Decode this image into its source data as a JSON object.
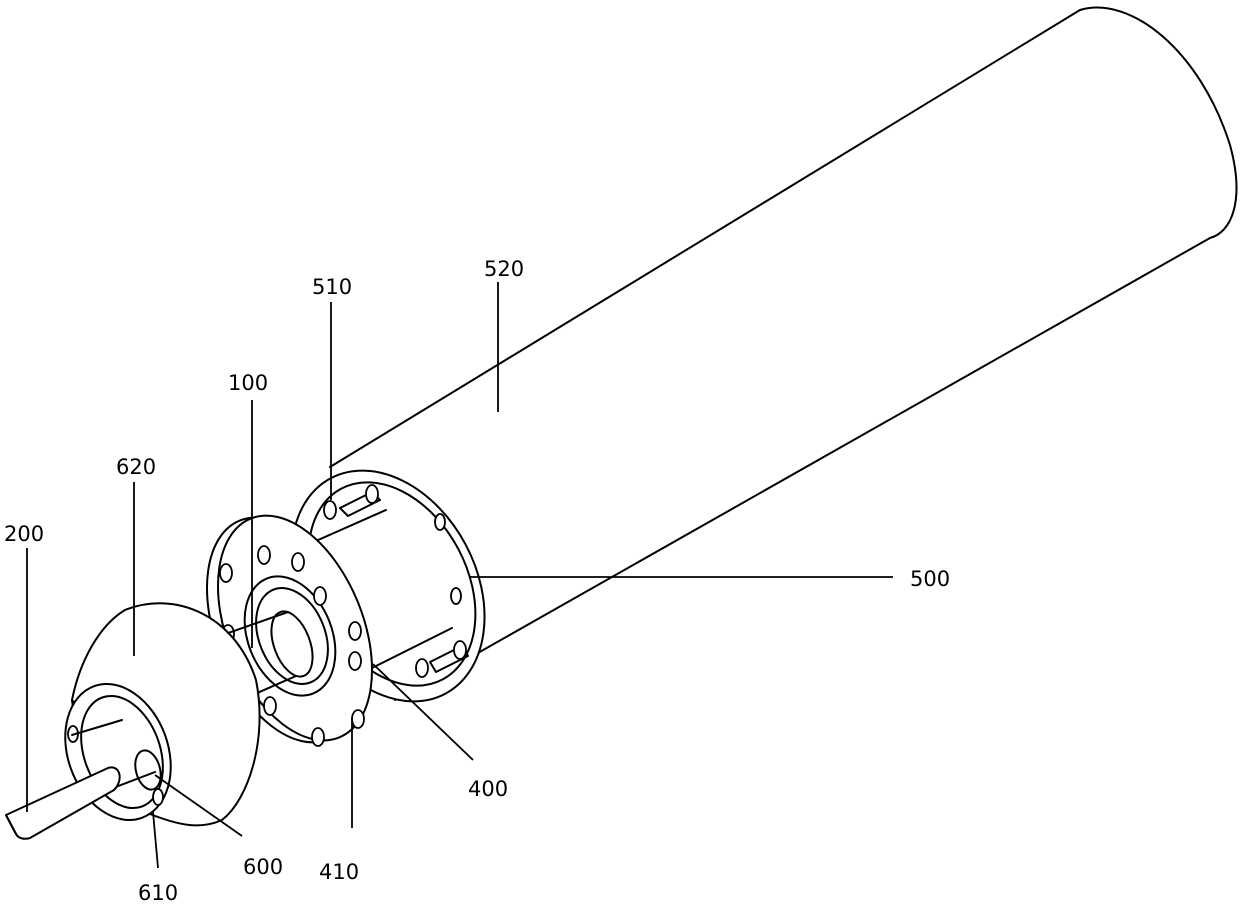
{
  "figure": {
    "labels": {
      "l520": "520",
      "l510": "510",
      "l100": "100",
      "l620": "620",
      "l200": "200",
      "l500": "500",
      "l400": "400",
      "l410": "410",
      "l600": "600",
      "l610": "610"
    }
  }
}
